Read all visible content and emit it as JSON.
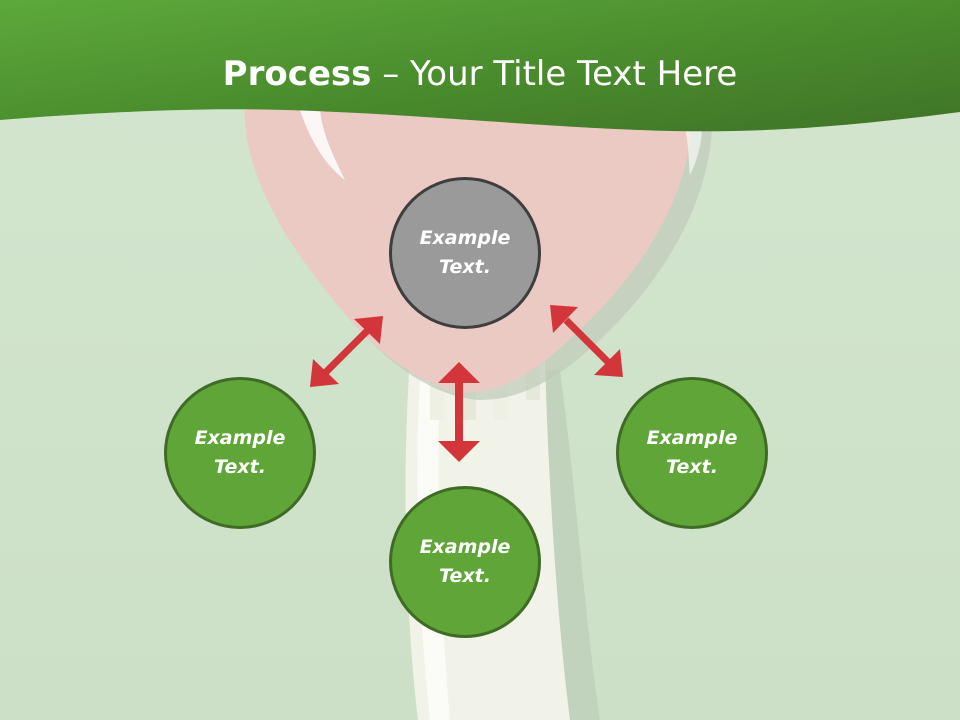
{
  "slide": {
    "title_bold": "Process",
    "title_separator": " – ",
    "title_rest": "Your Title Text Here"
  },
  "diagram": {
    "center": {
      "text": "Example Text."
    },
    "left": {
      "text": "Example Text."
    },
    "bottom": {
      "text": "Example Text."
    },
    "right": {
      "text": "Example Text."
    }
  },
  "colors": {
    "header_green": "#4c8a2e",
    "node_green": "#5fa537",
    "node_gray": "#9a9a9a",
    "arrow_red": "#d2363a",
    "background": "#cfe2ca"
  }
}
